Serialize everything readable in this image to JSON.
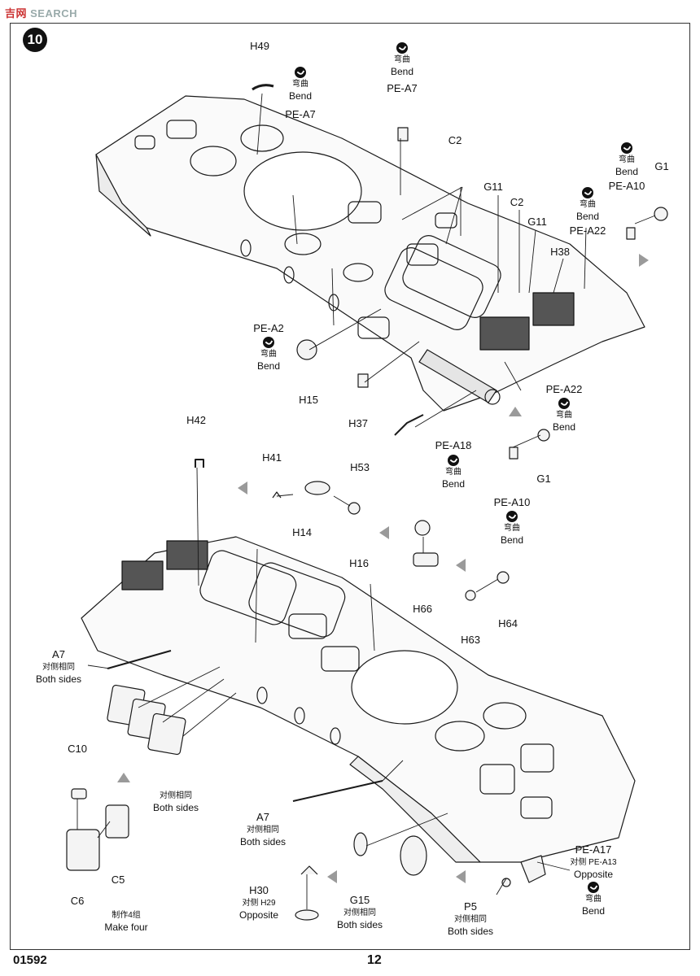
{
  "header": {
    "watermark_logo": "吉网",
    "watermark_text": "SEARCH",
    "step_number": "10"
  },
  "footer": {
    "product_code": "01592",
    "page_number": "12"
  },
  "labels": {
    "bend_cn": "弯曲",
    "bend_en": "Bend",
    "both_cn": "对侧相同",
    "both_en": "Both sides",
    "make4_cn": "制作4组",
    "make4_en": "Make four",
    "opposite_en": "Opposite"
  },
  "parts": {
    "H49": "H49",
    "PE_A7_a": "PE-A7",
    "PE_A7_b": "PE-A7",
    "C2_a": "C2",
    "C2_b": "C2",
    "G11_a": "G11",
    "G11_b": "G11",
    "G1_a": "G1",
    "G1_b": "G1",
    "PE_A10_a": "PE-A10",
    "PE_A10_b": "PE-A10",
    "PE_A22_a": "PE-A22",
    "PE_A22_b": "PE-A22",
    "H38": "H38",
    "PE_A2": "PE-A2",
    "H15": "H15",
    "H37": "H37",
    "PE_A18": "PE-A18",
    "H42": "H42",
    "H41": "H41",
    "H53": "H53",
    "H14": "H14",
    "H16": "H16",
    "H66": "H66",
    "H63": "H63",
    "H64": "H64",
    "A7_a": "A7",
    "A7_b": "A7",
    "C10": "C10",
    "C5": "C5",
    "C6": "C6",
    "H30": "H30",
    "H29_ref": "对侧 H29",
    "G15": "G15",
    "P5": "P5",
    "PE_A17": "PE-A17",
    "PE_A13_ref": "对侧 PE-A13"
  }
}
